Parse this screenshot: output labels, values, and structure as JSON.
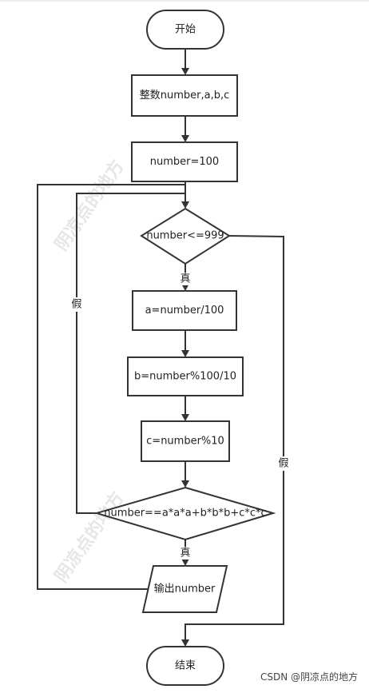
{
  "nodes": {
    "start": "开始",
    "declare": "整数number,a,b,c",
    "init": "number=100",
    "loop_cond": "number<=999",
    "calc_a": "a=number/100",
    "calc_b": "b=number%100/10",
    "calc_c": "c=number%10",
    "check": "number==a*a*a+b*b*b+c*c*c",
    "output": "输出number",
    "end": "结束"
  },
  "edge_labels": {
    "loop_true": "真",
    "loop_false": "假",
    "check_true": "真",
    "check_false": "假"
  },
  "watermark": {
    "text": "阴凉点的地方"
  },
  "credit": "CSDN @阴凉点的地方",
  "colors": {
    "stroke": "#333333",
    "fill": "#ffffff",
    "text": "#222222",
    "watermark": "#e6e6e6"
  }
}
